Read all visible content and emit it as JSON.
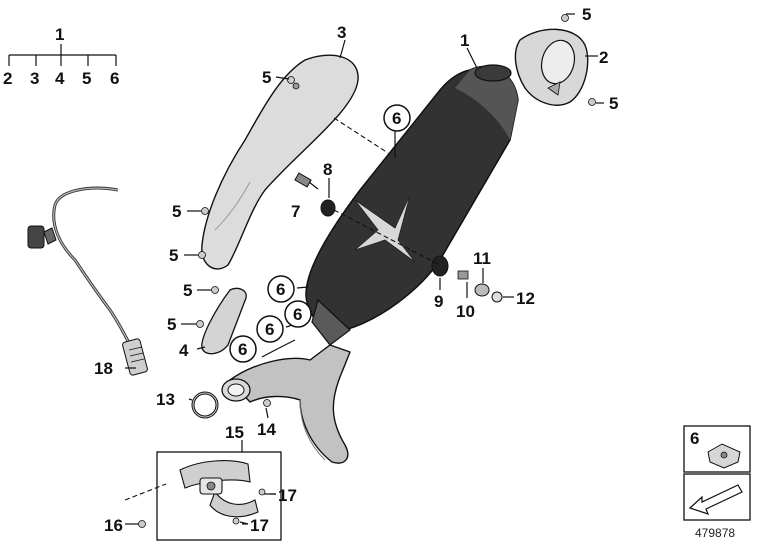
{
  "diagram": {
    "reference_number": "479878",
    "colors": {
      "muffler_dark": "#2e2e2e",
      "muffler_mid": "#4a4a4a",
      "heat_shield": "#d9d9d9",
      "pipe_grey": "#bdbdbd",
      "outline": "#111111"
    },
    "hierarchy": {
      "root": "1",
      "children": [
        "2",
        "3",
        "4",
        "5",
        "6"
      ]
    },
    "callouts": {
      "c1": "1",
      "c2": "2",
      "c3": "3",
      "c4": "4",
      "c5a": "5",
      "c5b": "5",
      "c5c": "5",
      "c5d": "5",
      "c5e": "5",
      "c5f": "5",
      "c5g": "5",
      "c6a": "6",
      "c6b": "6",
      "c6c": "6",
      "c6d": "6",
      "c6e": "6",
      "c7": "7",
      "c8": "8",
      "c9": "9",
      "c10": "10",
      "c11": "11",
      "c12": "12",
      "c13": "13",
      "c14": "14",
      "c15": "15",
      "c16": "16",
      "c17a": "17",
      "c17b": "17",
      "c18": "18"
    },
    "legend_box": {
      "label": "6"
    }
  }
}
